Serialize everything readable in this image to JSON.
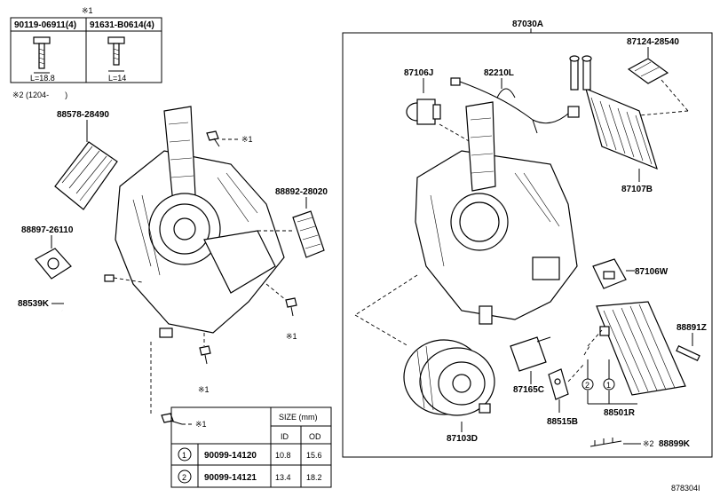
{
  "note_mark": "※1",
  "note2": "※2 (1204-　　)",
  "note2_mark": "※2",
  "assembly_label": "87030A",
  "fastener_table": {
    "items": [
      {
        "part": "90119-06911(4)",
        "length": "L=18.8"
      },
      {
        "part": "91631-B0614(4)",
        "length": "L=14"
      }
    ]
  },
  "left_parts": {
    "filter": "88578-28490",
    "connector": "88892-28020",
    "grommet": "88897-26110",
    "hose": "88539K"
  },
  "right_parts": {
    "j": "87106J",
    "harness": "82210L",
    "seal": "87124-28540",
    "heater_core": "87107B",
    "w": "87106W",
    "z": "88891Z",
    "c": "87165C",
    "b": "88515B",
    "evaporator": "88501R",
    "blower": "87103D",
    "clip": "88899K"
  },
  "size_table": {
    "title": "SIZE (mm)",
    "col_id": "ID",
    "col_od": "OD",
    "rows": [
      {
        "num": "1",
        "part": "90099-14120",
        "id": "10.8",
        "od": "15.6"
      },
      {
        "num": "2",
        "part": "90099-14121",
        "id": "13.4",
        "od": "18.2"
      }
    ]
  },
  "callout_1": "1",
  "callout_2": "2",
  "diagram_code": "878304I"
}
